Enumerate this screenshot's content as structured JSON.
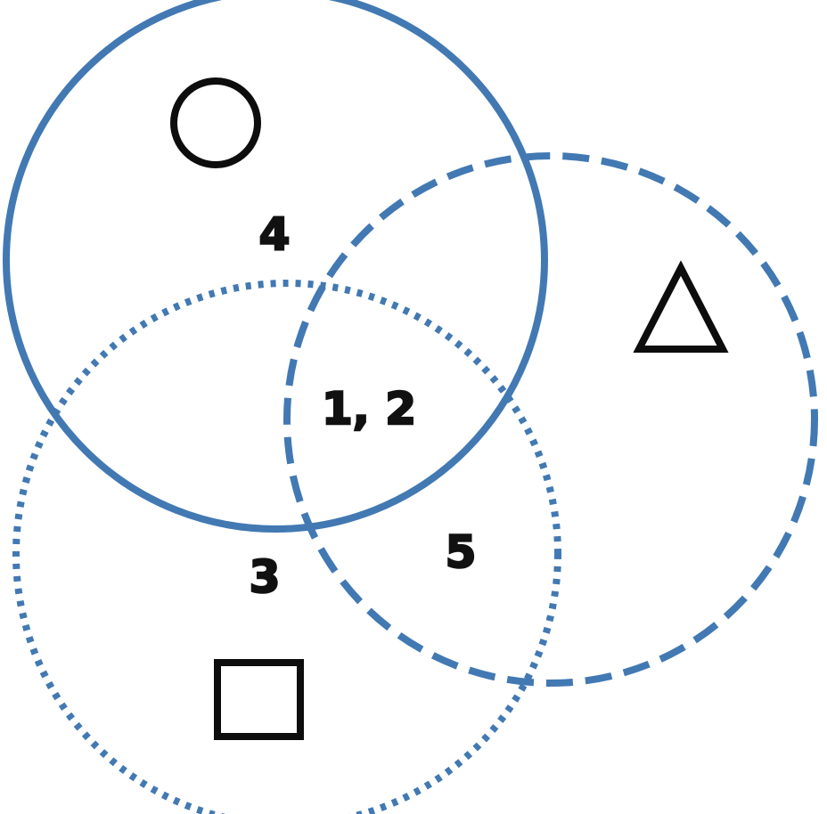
{
  "colors": {
    "circle_stroke": "#4279b3",
    "symbol_stroke": "#0d0d0d",
    "label_fill": "#111111",
    "background": "#ffffff"
  },
  "sets": [
    {
      "key": "circle-set",
      "outline": "solid",
      "symbol": "circle-symbol"
    },
    {
      "key": "triangle-set",
      "outline": "dashed",
      "symbol": "triangle-symbol"
    },
    {
      "key": "square-set",
      "outline": "dotted",
      "symbol": "square-symbol"
    }
  ],
  "regions": {
    "circle_only": "4",
    "circle_and_triangle_and_square": "1, 2",
    "square_only": "3",
    "triangle_and_square": "5"
  }
}
